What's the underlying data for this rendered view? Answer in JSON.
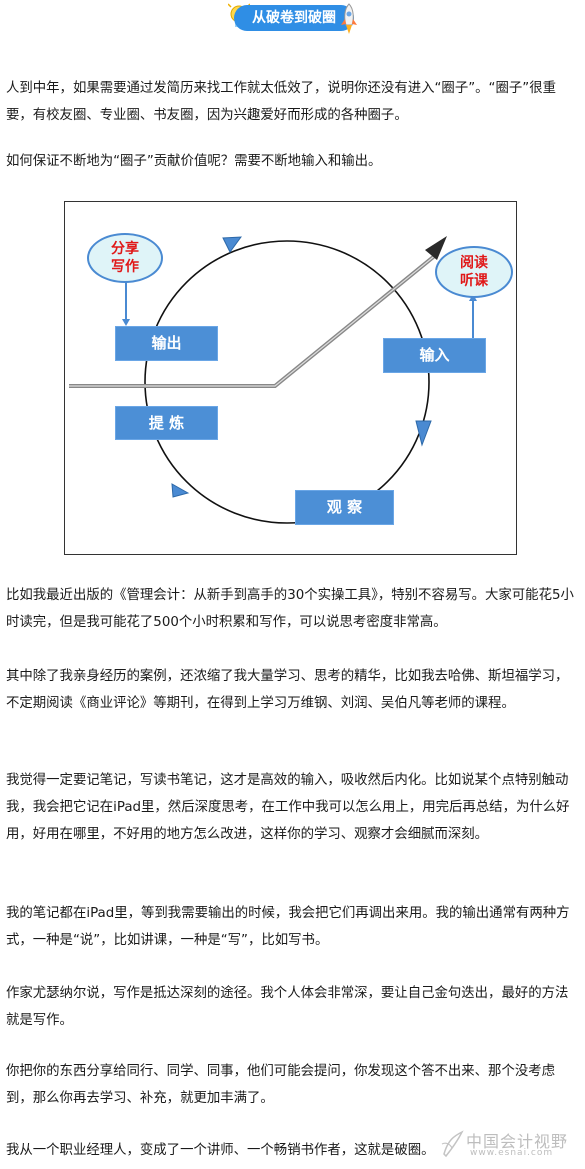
{
  "header": {
    "title": "从破卷到破圈"
  },
  "paragraphs": [
    "人到中年，如果需要通过发简历来找工作就太低效了，说明你还没有进入“圈子”。“圈子”很重要，有校友圈、专业圈、书友圈，因为兴趣爱好而形成的各种圈子。",
    "如何保证不断地为“圈子”贡献价值呢？需要不断地输入和输出。",
    "比如我最近出版的《管理会计：从新手到高手的30个实操工具》，特别不容易写。大家可能花5小时读完，但是我可能花了500个小时积累和写作，可以说思考密度非常高。",
    "其中除了我亲身经历的案例，还浓缩了我大量学习、思考的精华，比如我去哈佛、斯坦福学习，不定期阅读《商业评论》等期刊，在得到上学习万维钢、刘润、吴伯凡等老师的课程。",
    "我觉得一定要记笔记，写读书笔记，这才是高效的输入，吸收然后内化。比如说某个点特别触动我，我会把它记在iPad里，然后深度思考，在工作中我可以怎么用上，用完后再总结，为什么好用，好用在哪里，不好用的地方怎么改进，这样你的学习、观察才会细腻而深刻。",
    "我的笔记都在iPad里，等到我需要输出的时候，我会把它们再调出来用。我的输出通常有两种方式，一种是“说”，比如讲课，一种是“写”，比如写书。",
    "作家尤瑟纳尔说，写作是抵达深刻的途径。我个人体会非常深，要让自己金句迭出，最好的方法就是写作。",
    "你把你的东西分享给同行、同学、同事，他们可能会提问，你发现这个答不出来、那个没考虑到，那么你再去学习、补充，就更加丰满了。",
    "我从一个职业经理人，变成了一个讲师、一个畅销书作者，这就是破圈。"
  ],
  "diagram": {
    "boxes": {
      "output": "输出",
      "input": "输入",
      "refine": "提 炼",
      "observe": "观 察"
    },
    "bubbles": {
      "share_write": "分享写作",
      "read_listen": "阅读听课"
    },
    "colors": {
      "box": "#4c8fd6",
      "bubble_text": "#e01818",
      "bubble_fill": "#dff4f8",
      "arrow": "#4a8ad2"
    }
  },
  "watermark": {
    "main": "中国会计视野",
    "sub": "www.esnai.com"
  },
  "colors": {
    "title_pill": "#2f8ee5"
  }
}
